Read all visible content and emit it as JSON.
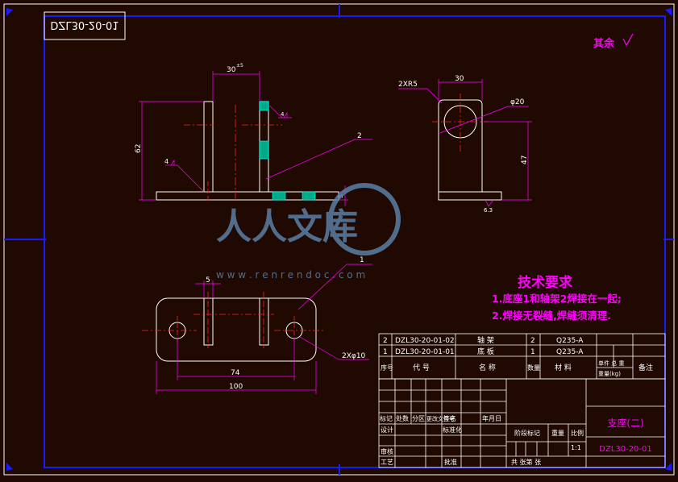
{
  "colors": {
    "background": "#200900",
    "frame": "#1a1aff",
    "outline": "#ffffff",
    "annotation": "#ff00ff",
    "dimension": "#ff00ff",
    "centerline": "#ff2020",
    "hatch": "#00ffff",
    "weld": "#00aa88",
    "watermark": "#5a7fa6"
  },
  "drawing_code_mirrored": "DZL30-20-01",
  "surface_finish": "其余",
  "dims": {
    "front_width": "30",
    "front_width_tol": "±5",
    "front_height": "62",
    "front_base": "5",
    "weld_sym": "4",
    "weld_sym2": "4",
    "side_radius": "2XR5",
    "side_width": "30",
    "side_hole": "φ20",
    "side_height": "47",
    "side_roughness": "6.3",
    "top_slot": "5",
    "top_hole": "2Xφ10",
    "top_center": "74",
    "top_overall": "100",
    "leader_1": "1",
    "leader_2": "2"
  },
  "tech_req": {
    "title": "技术要求",
    "line1": "1.底座1和轴架2焊接在一起;",
    "line2": "2.焊接无裂缝,焊缝须清理."
  },
  "bom": {
    "rows": [
      {
        "no": "2",
        "code": "DZL30-20-01-02",
        "name": "轴 架",
        "qty": "2",
        "material": "Q235-A"
      },
      {
        "no": "1",
        "code": "DZL30-20-01-01",
        "name": "底 板",
        "qty": "1",
        "material": "Q235-A"
      }
    ],
    "header": {
      "no": "序号",
      "code": "代 号",
      "name": "名 称",
      "qty": "数量",
      "material": "材 料",
      "weight_top": "单件 总 重",
      "weight_bottom": "重量(kg)",
      "remark": "备注"
    }
  },
  "title_block": {
    "part_name": "支座(二)",
    "drawing_no": "DZL30-20-01",
    "scale": "1:1",
    "rev_labels": [
      "标记",
      "处数",
      "分区",
      "更改文件号",
      "签名",
      "年月日"
    ],
    "designer": "设计",
    "standardize": "标准化",
    "checker": "审核",
    "process": "工艺",
    "approve": "批准",
    "stage_mark": "阶段标记",
    "weight": "重量",
    "ratio": "比例",
    "sheet": "共 张第 张"
  },
  "watermark": {
    "text": "人人文库",
    "url": "w w w . r e n r e n d o c . c o m"
  }
}
